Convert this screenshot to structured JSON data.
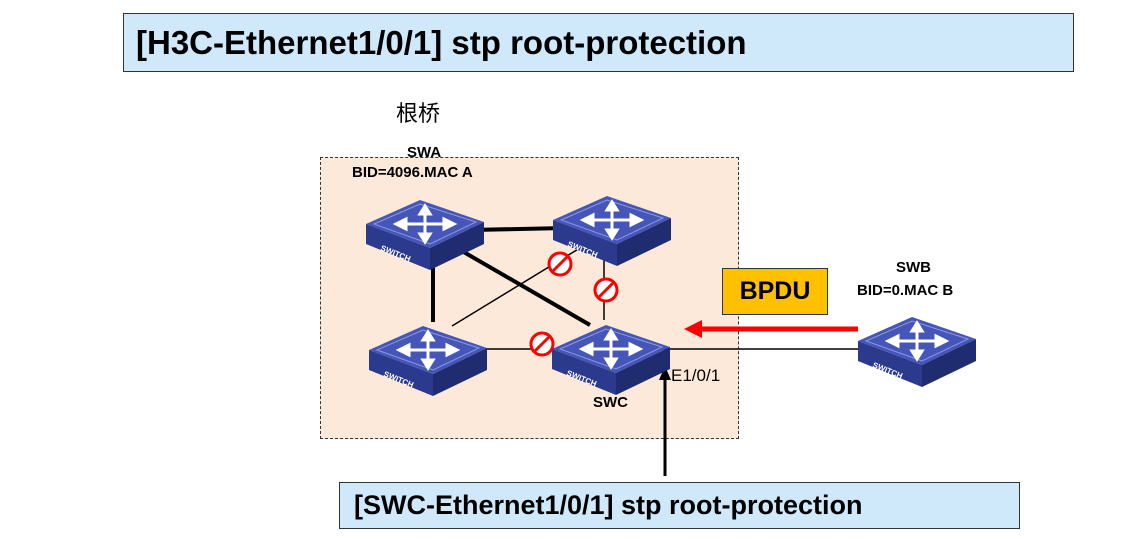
{
  "title_command": "[H3C-Ethernet1/0/1] stp root-protection",
  "bottom_command": "[SWC-Ethernet1/0/1] stp root-protection",
  "root_bridge_label": "根桥",
  "switches": {
    "swa": {
      "name": "SWA",
      "bid": "BID=4096.MAC A"
    },
    "swb": {
      "name": "SWB",
      "bid": "BID=0.MAC B"
    },
    "swc": {
      "name": "SWC"
    }
  },
  "port_label": "E1/0/1",
  "bpdu_label": "BPDU",
  "switch_icon_text": "SWITCH",
  "colors": {
    "command_box": "#cfe9fb",
    "zone_fill": "#fde9d9",
    "switch_blue": "#3b4ba8",
    "bpdu_box": "#ffc000",
    "arrow_red": "#ff0000",
    "block_red": "#ff0000"
  },
  "icons": [
    "switch-icon",
    "blocked-port-icon",
    "red-arrow-icon",
    "up-arrow-icon"
  ]
}
